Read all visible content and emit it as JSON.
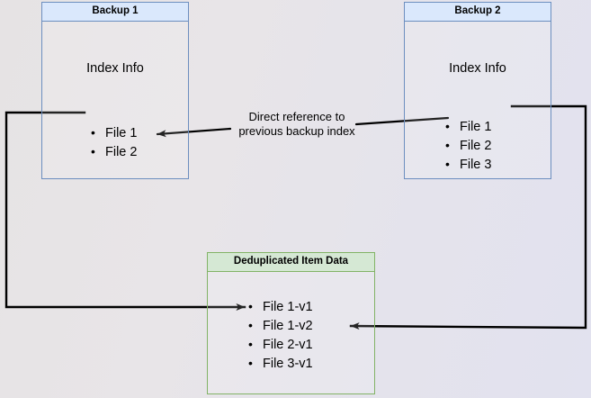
{
  "diagram": {
    "title_semantic": "backup-deduplication-reference-diagram",
    "colors": {
      "blue_fill": "#dae8fc",
      "blue_stroke": "#6c8ebf",
      "green_fill": "#d5e8d4",
      "green_stroke": "#82b366",
      "edge_stroke": "#000000",
      "text": "#000000"
    },
    "nodes": {
      "backup1": {
        "header": "Backup 1",
        "section_label": "Index Info",
        "items": [
          "File 1",
          "File 2"
        ]
      },
      "backup2": {
        "header": "Backup 2",
        "section_label": "Index Info",
        "items": [
          "File 1",
          "File 2",
          "File 3"
        ]
      },
      "dedup": {
        "header": "Deduplicated Item Data",
        "items": [
          "File 1-v1",
          "File 1-v2",
          "File 2-v1",
          "File 3-v1"
        ]
      }
    },
    "edges": {
      "direct_reference_label": "Direct reference to\nprevious backup index"
    }
  }
}
